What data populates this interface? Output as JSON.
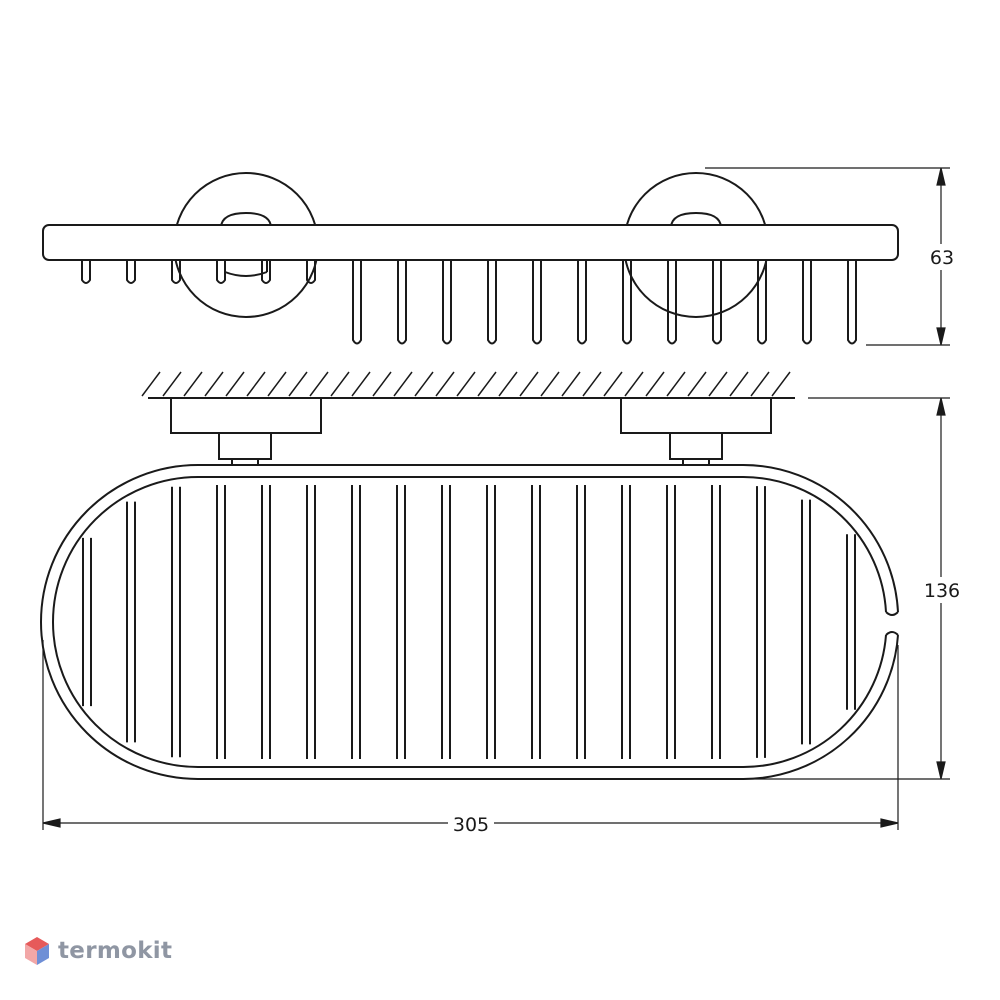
{
  "dimensions": {
    "height": "63",
    "depth": "136",
    "width": "305"
  },
  "watermark": {
    "text": "termokit",
    "icon": "cube-logo-icon"
  },
  "colors": {
    "line": "#1a1a1a",
    "logo_red": "#e65a5a",
    "logo_pink": "#f2a7a7",
    "logo_blue": "#6f8fd6",
    "logo_gray": "#8f96a3"
  }
}
